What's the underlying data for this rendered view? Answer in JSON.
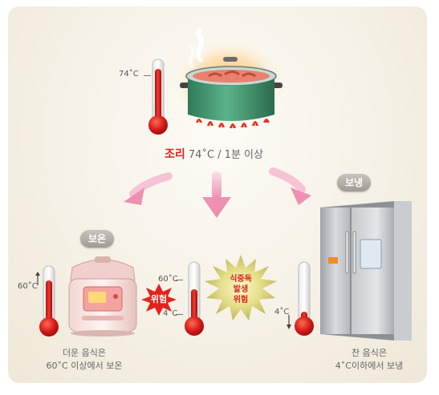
{
  "cooking": {
    "title": "조리",
    "temp_text": "74˚C / 1분 이상",
    "thermo_label": "74˚C"
  },
  "keep_warm": {
    "badge": "보온",
    "thermo_label": "60˚C",
    "caption_line1": "더운 음식은",
    "caption_line2": "60˚C 이상에서 보온"
  },
  "danger_zone": {
    "upper_label": "60˚C",
    "lower_label": "4˚C",
    "danger_badge": "위험",
    "burst_line1": "식중독",
    "burst_line2": "발생",
    "burst_line3": "위험"
  },
  "refrigerate": {
    "badge": "보냉",
    "thermo_label": "4˚C",
    "caption_line1": "찬 음식은",
    "caption_line2": "4˚C이하에서 보냉"
  },
  "colors": {
    "accent": "#d8231f",
    "arrow": "#f2a6c2",
    "pot": "#3f8f6a",
    "fridge": "#b9bcc0"
  }
}
